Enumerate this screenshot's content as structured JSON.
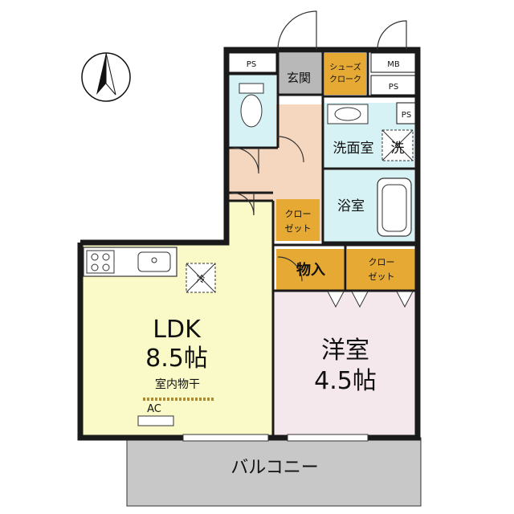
{
  "labels": {
    "ldk_name": "LDK",
    "ldk_size": "8.5帖",
    "drying": "室内物干",
    "ac": "AC",
    "western_name": "洋室",
    "western_size": "4.5帖",
    "balcony": "バルコニー",
    "entrance": "玄関",
    "shoe_closet_line1": "シューズ",
    "shoe_closet_line2": "クローク",
    "mb": "MB",
    "ps_top_left": "PS",
    "ps_top_right": "PS",
    "ps_right": "PS",
    "washroom": "洗面室",
    "washer": "洗",
    "bath": "浴室",
    "closet_small_line1": "クロー",
    "closet_small_line2": "ゼット",
    "storage": "物入",
    "closet_right_line1": "クロー",
    "closet_right_line2": "ゼット",
    "fridge": "冷"
  },
  "colors": {
    "wall": "#1a1a1a",
    "ldk": "#fafac8",
    "western": "#f5e8ec",
    "corridor": "#f5d7bf",
    "wet": "#d6f2f5",
    "closet": "#e6a933",
    "entrance": "#b8b8b8",
    "balcony": "#c8c8c8"
  }
}
